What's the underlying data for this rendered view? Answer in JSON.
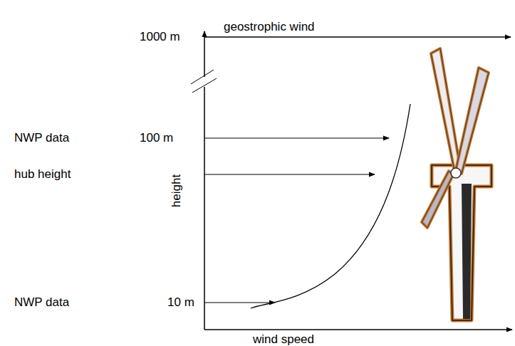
{
  "diagram": {
    "labels": [
      "geostrophic wind",
      "1000 m",
      "NWP data",
      "100 m",
      "hub height",
      "height",
      "NWP data",
      "10 m",
      "wind speed"
    ]
  }
}
